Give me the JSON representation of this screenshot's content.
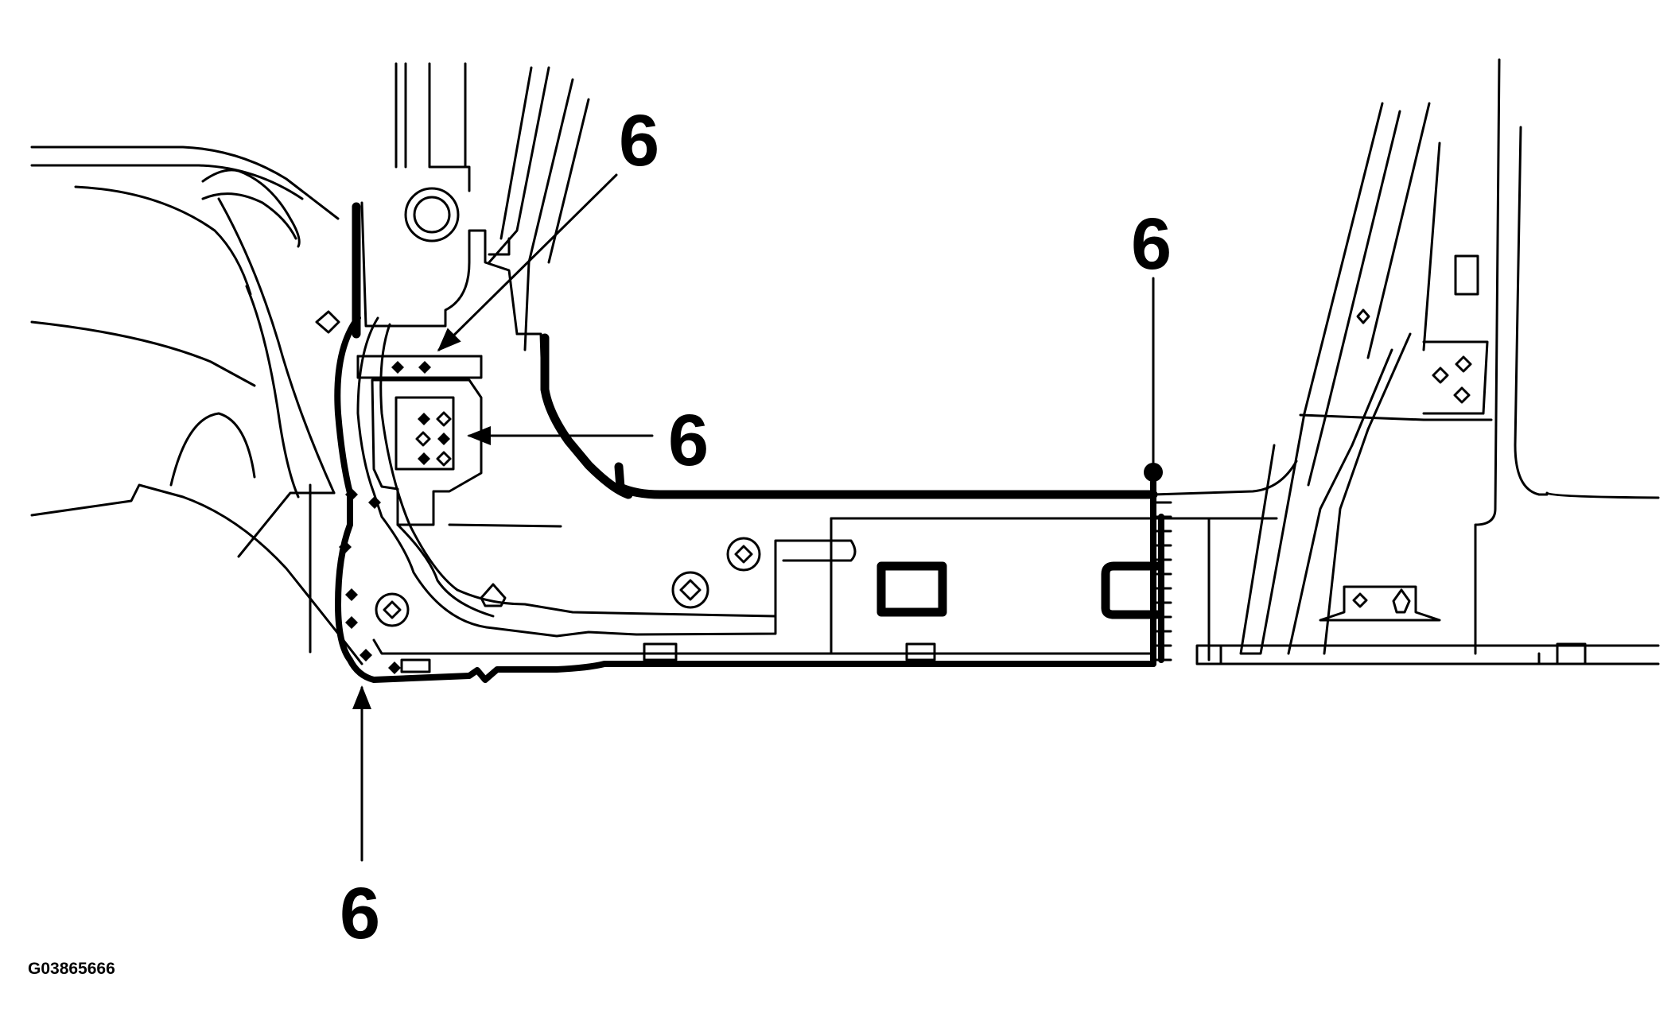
{
  "diagram": {
    "callouts": [
      {
        "id": "c1",
        "label": "6"
      },
      {
        "id": "c2",
        "label": "6"
      },
      {
        "id": "c3",
        "label": "6"
      },
      {
        "id": "c4",
        "label": "6"
      }
    ],
    "figure_id": "G03865666"
  },
  "colors": {
    "ink": "#000000",
    "paper": "#ffffff"
  }
}
